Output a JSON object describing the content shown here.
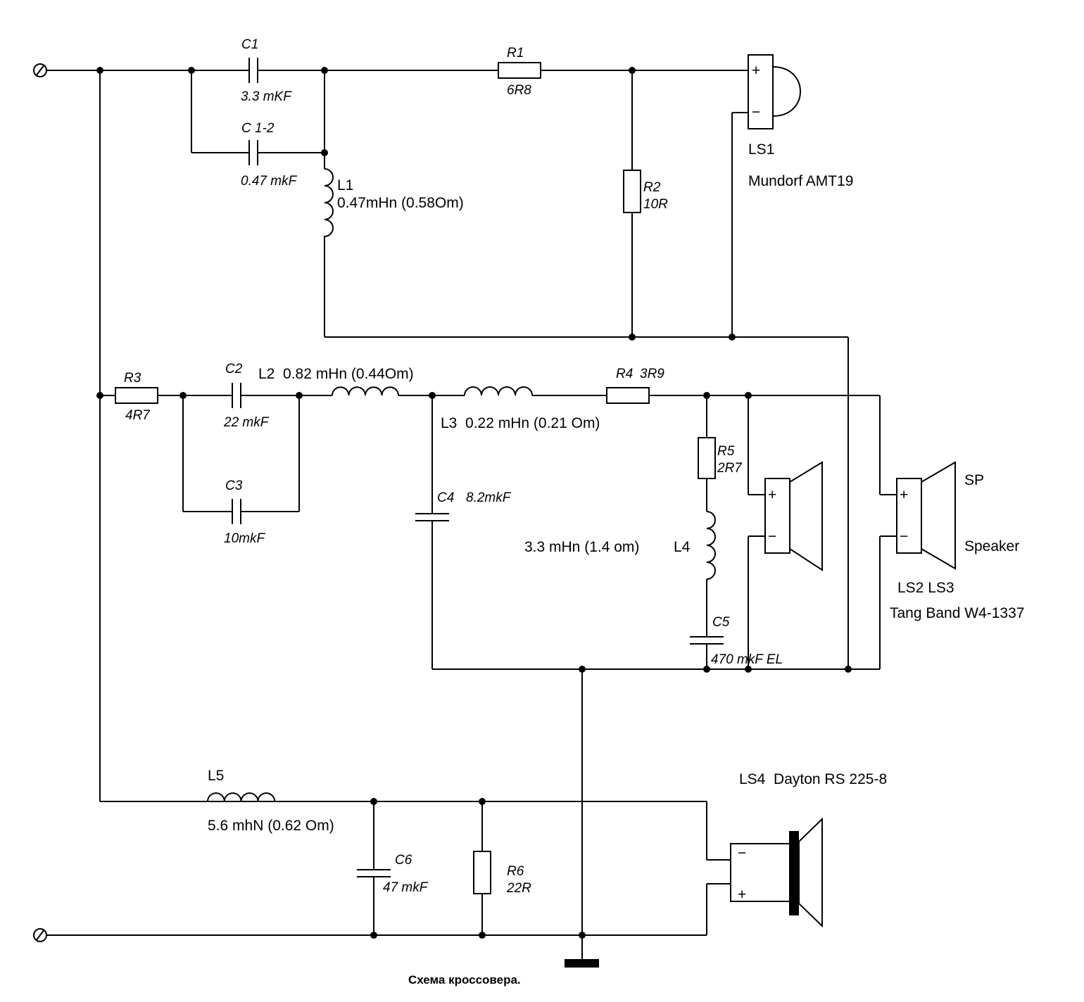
{
  "caption": "Схема кроссовера.",
  "components": {
    "c1": {
      "ref": "C1",
      "value": "3.3 mKF"
    },
    "c1_2": {
      "ref": "C 1-2",
      "value": "0.47 mkF"
    },
    "l1": {
      "ref": "L1",
      "value": "0.47mHn (0.58Om)"
    },
    "r1": {
      "ref": "R1",
      "value": "6R8"
    },
    "r2": {
      "ref": "R2",
      "value": "10R"
    },
    "ls1": {
      "ref": "LS1",
      "model": "Mundorf AMT19"
    },
    "r3": {
      "ref": "R3",
      "value": "4R7"
    },
    "c2": {
      "ref": "C2",
      "value": "22 mkF"
    },
    "c3": {
      "ref": "C3",
      "value": "10mkF"
    },
    "l2": {
      "label": "L2  0.82 mHn (0.44Om)"
    },
    "l3": {
      "label": "L3  0.22 mHn (0.21 Om)"
    },
    "r4": {
      "ref": "R4",
      "value": "3R9"
    },
    "c4": {
      "ref": "C4",
      "value": "8.2mkF"
    },
    "r5": {
      "ref": "R5",
      "value": "2R7"
    },
    "l4": {
      "ref": "L4",
      "value": "3.3 mHn (1.4 om)"
    },
    "c5": {
      "ref": "C5",
      "value": "470 mkF EL"
    },
    "sp": {
      "line1": "SP",
      "line2": "Speaker"
    },
    "ls23": {
      "ref": "LS2 LS3",
      "model": "Tang Band W4-1337"
    },
    "l5": {
      "ref": "L5",
      "value": "5.6 mhN (0.62 Om)"
    },
    "c6": {
      "ref": "C6",
      "value": "47 mkF"
    },
    "r6": {
      "ref": "R6",
      "value": "22R"
    },
    "ls4": {
      "label": "LS4  Dayton RS 225-8"
    }
  },
  "polarity": {
    "plus": "+",
    "minus": "−"
  }
}
